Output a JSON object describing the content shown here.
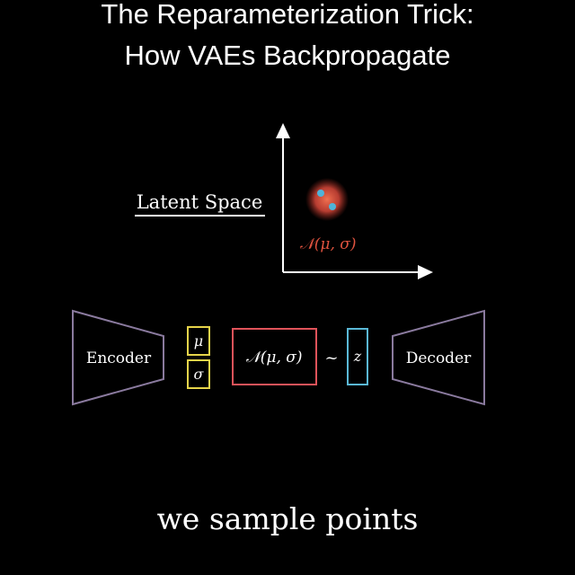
{
  "title": {
    "line1": "The Reparameterization Trick:",
    "line2": "How VAEs Backpropagate"
  },
  "latent_plot": {
    "label": "Latent Space",
    "distribution_label": "𝒩(μ, σ)",
    "axis_color": "#ffffff",
    "blob_color": "#e0533f",
    "point_color": "#4fb3d9"
  },
  "pipeline": {
    "encoder_label": "Encoder",
    "mu_label": "μ",
    "sigma_label": "σ",
    "distribution_label": "𝒩(μ, σ)",
    "tilde": "~",
    "z_label": "z",
    "decoder_label": "Decoder",
    "trapezoid_color": "#8a7a9e",
    "param_box_color": "#e6d44a",
    "distribution_box_color": "#e0535a",
    "z_box_color": "#5ab8d6"
  },
  "caption": "we sample points"
}
